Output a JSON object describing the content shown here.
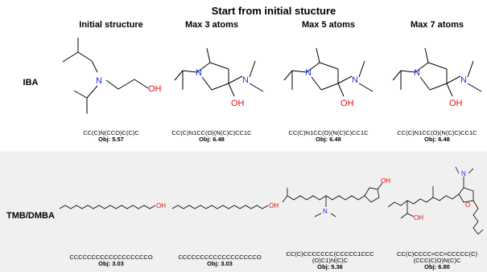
{
  "title": "Start from initial stucture",
  "columns": [
    "Initial structure",
    "Max 3 atoms",
    "Max 5 atoms",
    "Max 7 atoms"
  ],
  "rows": [
    {
      "label": "IBA",
      "cells": [
        {
          "smiles": "CC(C)N(CCO)C(C)C",
          "obj": "Obj: 5.57"
        },
        {
          "smiles": "CC(C)N1CC(O)(N(C)C)CC1C",
          "obj": "Obj: 6.48"
        },
        {
          "smiles": "CC(C)N1CC(O)(N(C)C)CC1C",
          "obj": "Obj: 6.48"
        },
        {
          "smiles": "CC(C)N1CC(O)(N(C)C)CC1C",
          "obj": "Obj: 6.48"
        }
      ]
    },
    {
      "label": "TMB/DMBA",
      "cells": [
        {
          "smiles": "CCCCCCCCCCCCCCCCCCO",
          "obj": "Obj: 3.03"
        },
        {
          "smiles": "CCCCCCCCCCCCCCCCCCO",
          "obj": "Obj: 3.03"
        },
        {
          "smiles": [
            "CC(C)CCCCCCC(CCCCC1CCC",
            "(O)C1)N(C)C"
          ],
          "obj": "Obj: 5.36"
        },
        {
          "smiles": [
            "CC(C)CCCC=CC=CCCCC(C)",
            "(CCC(C)O)N(C)C"
          ],
          "obj": "Obj: 6.80"
        }
      ]
    }
  ],
  "atoms": {
    "N": "N",
    "OH": "OH",
    "O": "O"
  },
  "colors": {
    "nitrogen": "#1f33d9",
    "oxygen": "#e01010",
    "bond": "#000000",
    "row_shade": "#f0f0f0"
  }
}
